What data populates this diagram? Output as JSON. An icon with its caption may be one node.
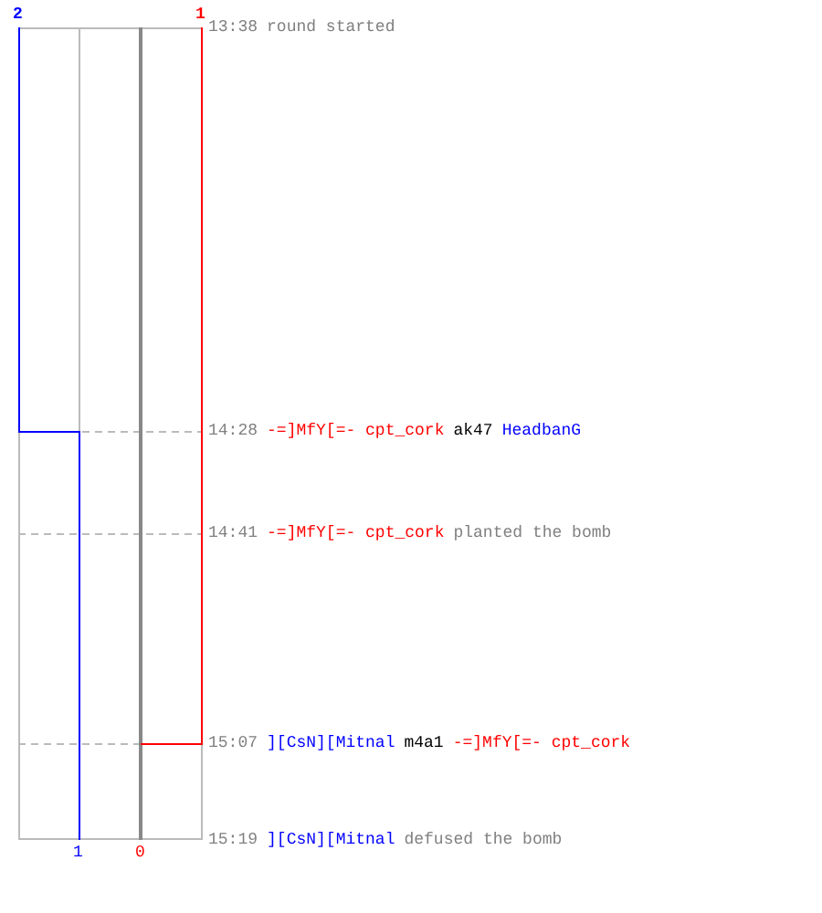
{
  "diagram": {
    "labels": [
      "2",
      "1",
      "13:38",
      "round started",
      "14:28",
      "-=]MfY[=- cpt_cork",
      "ak47",
      "HeadbanG",
      "14:41",
      "-=]MfY[=- cpt_cork",
      "planted the bomb",
      "15:07",
      "][CsN][Mitnal",
      "m4a1",
      "-=]MfY[=- cpt_cork",
      "15:19",
      "][CsN][Mitnal",
      "defused the bomb",
      "1",
      "0"
    ]
  }
}
